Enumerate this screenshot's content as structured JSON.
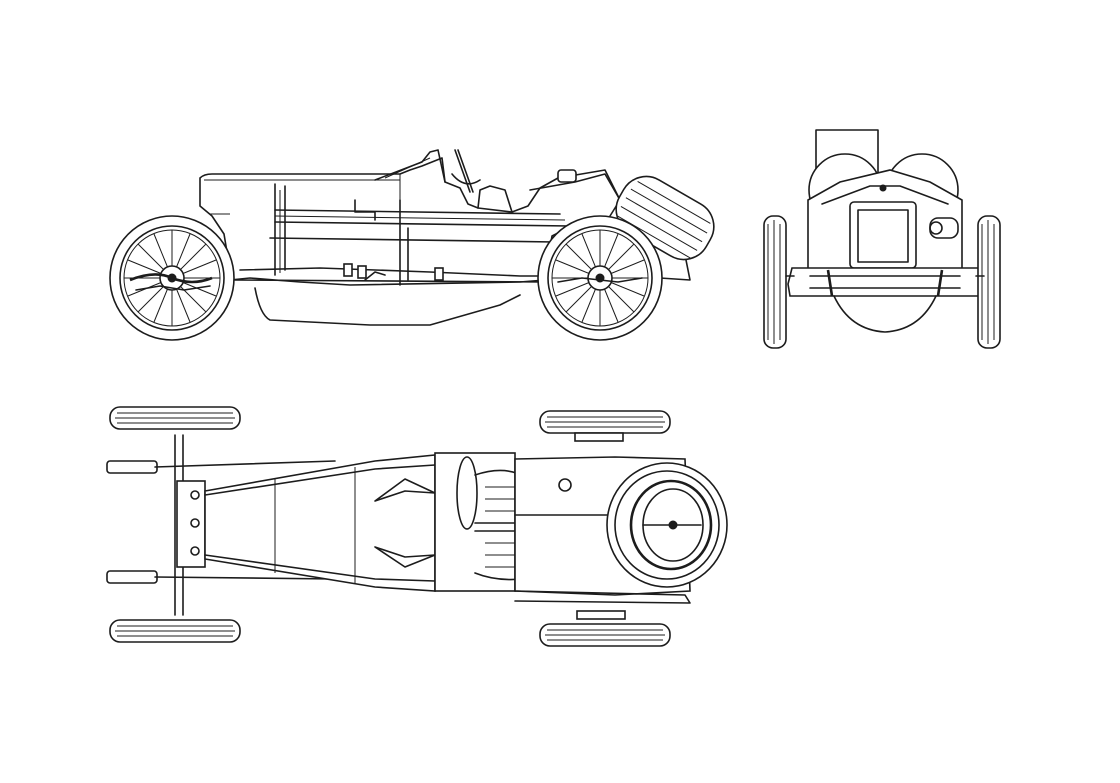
{
  "drawing": {
    "views": [
      {
        "key": "side",
        "icon": "car-side-elevation-icon"
      },
      {
        "key": "front",
        "icon": "car-front-elevation-icon"
      },
      {
        "key": "top",
        "icon": "car-plan-view-icon"
      }
    ]
  },
  "colors": {
    "ink": "#1c1c1c",
    "paper": "#ffffff"
  }
}
